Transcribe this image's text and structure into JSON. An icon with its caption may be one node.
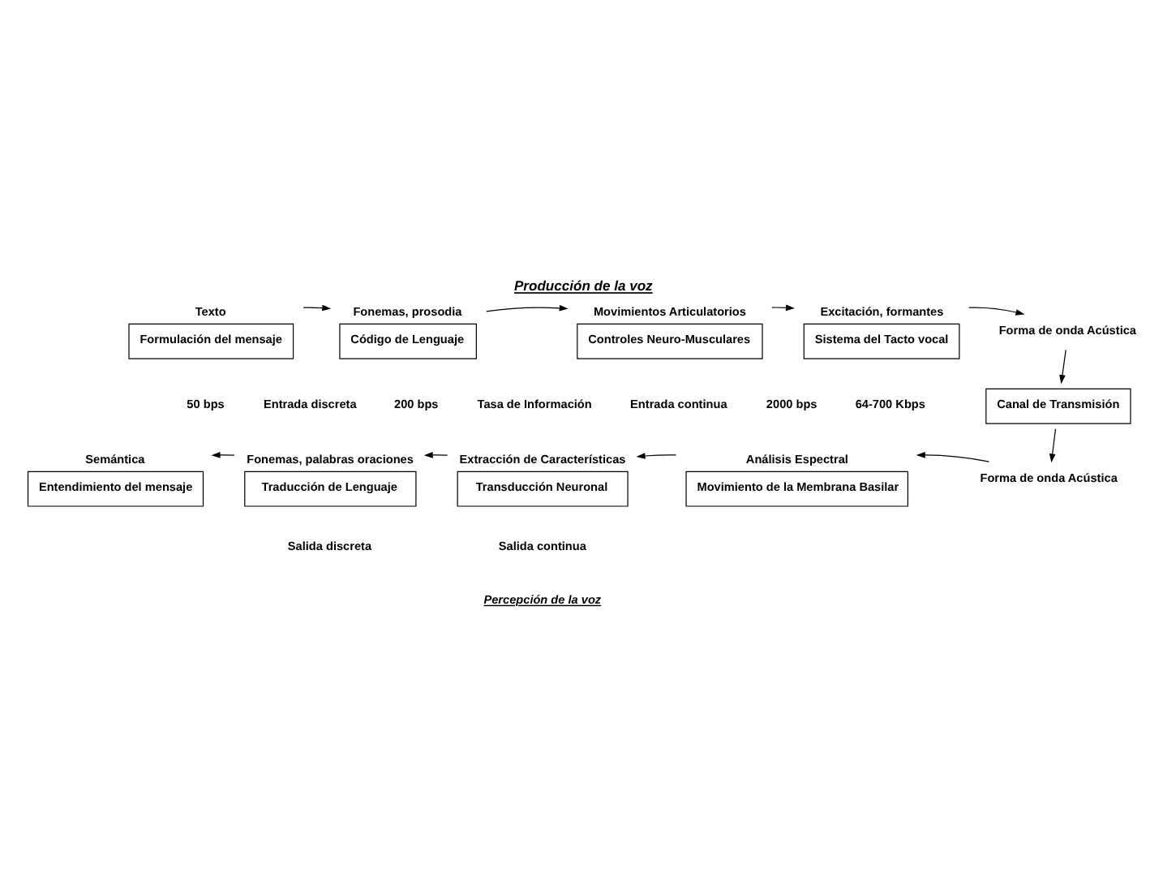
{
  "diagram": {
    "title": "Producción de la voz",
    "caption": "Percepción de la voz",
    "nodes": [
      {
        "text": [
          "Formulación del mensaje"
        ],
        "beside": [
          "Texto"
        ]
      },
      {
        "text": [
          "Código de Lenguaje"
        ],
        "beside": [
          "Fonemas, prosodia"
        ]
      },
      {
        "text": [
          "Controles Neuro-Musculares"
        ],
        "beside": [
          "Movimientos Articulatorios"
        ]
      },
      {
        "text": [
          "Sistema del Tacto vocal"
        ],
        "beside": [
          "Excitación, formantes"
        ]
      },
      {
        "text": [
          "Forma de onda Acústica"
        ]
      },
      {
        "text": [
          "Canal de Transmisión"
        ]
      },
      {
        "text": [
          "Forma de onda Acústica"
        ]
      },
      {
        "text": [
          "Movimiento de la Membrana Basilar"
        ],
        "beside": [
          "Análisis Espectral"
        ]
      },
      {
        "text": [
          "Transducción Neuronal"
        ],
        "beside": [
          "Extracción de Características"
        ]
      },
      {
        "text": [
          "Traducción de Lenguaje"
        ],
        "beside": [
          "Fonemas, palabras oraciones"
        ]
      },
      {
        "text": [
          "Entendimiento del mensaje"
        ],
        "beside": [
          "Semántica"
        ]
      }
    ],
    "edges": [
      {
        "from": 0,
        "to": 1,
        "arrow": "to"
      },
      {
        "from": 1,
        "to": 2,
        "arrow": "to"
      },
      {
        "from": 2,
        "to": 3,
        "arrow": "to"
      },
      {
        "from": 3,
        "to": 4,
        "arrow": "to"
      },
      {
        "from": 4,
        "to": 5,
        "arrow": "to"
      },
      {
        "from": 5,
        "to": 6,
        "arrow": "to"
      },
      {
        "from": 6,
        "to": 7,
        "arrow": "to"
      },
      {
        "from": 7,
        "to": 8,
        "arrow": "to"
      },
      {
        "from": 8,
        "to": 9,
        "arrow": "to"
      },
      {
        "from": 9,
        "to": 10,
        "arrow": "to"
      }
    ],
    "labels": [
      "Entrada discreta",
      "Entrada continua",
      "50 bps",
      "200 bps",
      "2000 bps",
      "64-700 Kbps",
      "Tasa de Información",
      "Salida discreta",
      "Salida continua"
    ]
  }
}
